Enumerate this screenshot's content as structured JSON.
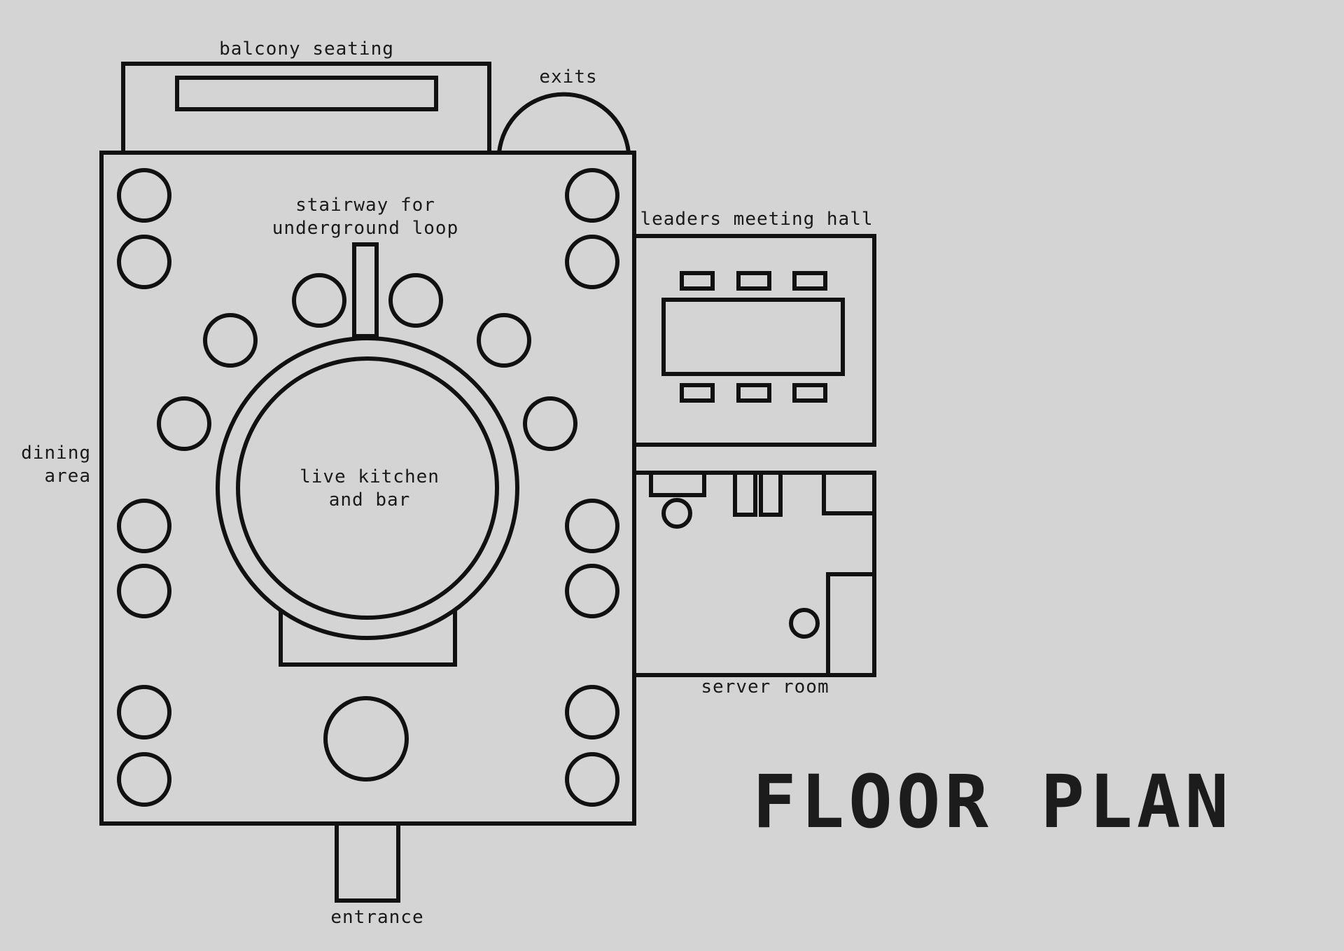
{
  "title": "FLOOR PLAN",
  "labels": {
    "balcony": "balcony seating",
    "exits": "exits",
    "stairway_line1": "stairway for",
    "stairway_line2": "underground loop",
    "leaders": "leaders meeting hall",
    "dining_line1": "dining",
    "dining_line2": "area",
    "kitchen_line1": "live kitchen",
    "kitchen_line2": "and bar",
    "server": "server room",
    "entrance": "entrance"
  }
}
